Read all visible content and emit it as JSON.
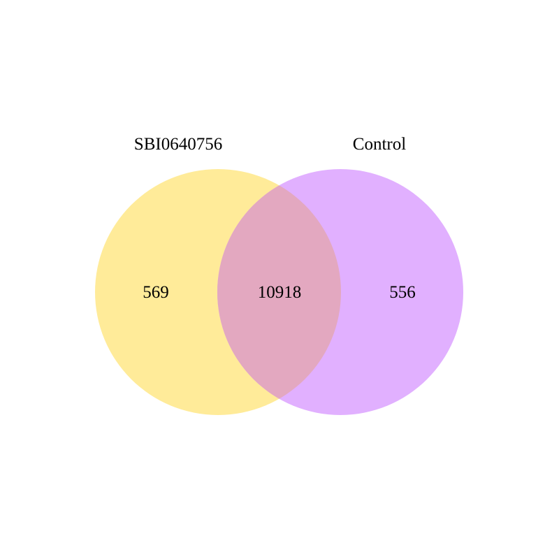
{
  "venn": {
    "sets": [
      {
        "name": "SBI0640756",
        "only_count": "569",
        "color": "#FFE680"
      },
      {
        "name": "Control",
        "only_count": "556",
        "color": "#D580FF"
      }
    ],
    "intersection_count": "10918",
    "intersection_color": "#E3A8C0"
  }
}
